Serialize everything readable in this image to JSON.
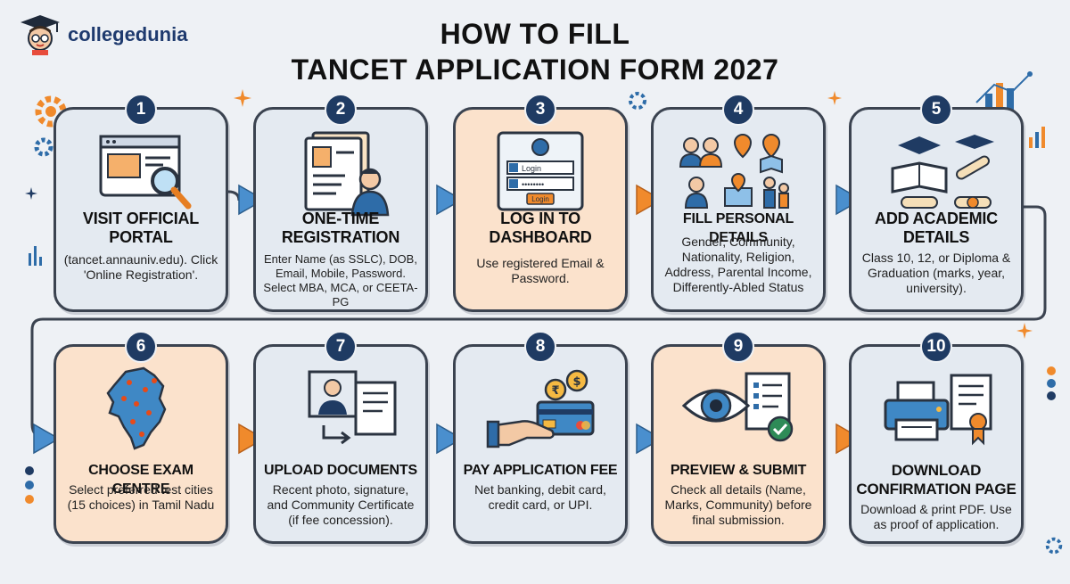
{
  "brand": {
    "name": "collegedunia",
    "logo_icon": "student-avatar-icon"
  },
  "title": {
    "line1": "HOW TO FILL",
    "line2": "TANCET APPLICATION FORM 2027"
  },
  "colors": {
    "navy": "#1f3b63",
    "peach": "#fbe2cc",
    "card": "#e4eaf1",
    "arrow_blue": "#3f88c5",
    "arrow_orange": "#f08a2c"
  },
  "steps": [
    {
      "number": "1",
      "title": "VISIT OFFICIAL PORTAL",
      "desc": "(tancet.annauniv.edu). Click 'Online Registration'.",
      "icon": "browser-magnifier-icon"
    },
    {
      "number": "2",
      "title": "ONE-TIME REGISTRATION",
      "desc": "Enter Name (as SSLC), DOB, Email, Mobile, Password. Select MBA, MCA, or CEETA-PG",
      "icon": "registration-form-icon"
    },
    {
      "number": "3",
      "title": "LOG IN TO DASHBOARD",
      "desc": "Use registered Email & Password.",
      "icon": "login-screen-icon",
      "login_field": "Login",
      "password_field": "••••••••",
      "login_button": "Login"
    },
    {
      "number": "4",
      "title": "FILL PERSONAL DETAILS",
      "desc": "Gender, Community, Nationality, Religion, Address, Parental Income, Differently-Abled Status",
      "icon": "people-location-icon"
    },
    {
      "number": "5",
      "title": "ADD ACADEMIC DETAILS",
      "desc": "Class 10, 12, or Diploma & Graduation (marks, year, university).",
      "icon": "graduation-icon"
    },
    {
      "number": "6",
      "title": "CHOOSE EXAM CENTRE",
      "desc": "Select preferred test cities (15 choices) in Tamil Nadu",
      "icon": "tamil-nadu-map-icon"
    },
    {
      "number": "7",
      "title": "UPLOAD DOCUMENTS",
      "desc": "Recent photo, signature, and Community Certificate (if fee concession).",
      "icon": "upload-documents-icon"
    },
    {
      "number": "8",
      "title": "PAY APPLICATION FEE",
      "desc": "Net banking, debit card, credit card, or UPI.",
      "icon": "card-payment-icon",
      "coin_symbols": [
        "₹",
        "$"
      ]
    },
    {
      "number": "9",
      "title": "PREVIEW & SUBMIT",
      "desc": "Check all details (Name, Marks, Community) before final submission.",
      "icon": "eye-checklist-icon"
    },
    {
      "number": "10",
      "title": "DOWNLOAD CONFIRMATION PAGE",
      "desc": "Download & print PDF. Use as proof of application.",
      "icon": "printer-certificate-icon"
    }
  ]
}
